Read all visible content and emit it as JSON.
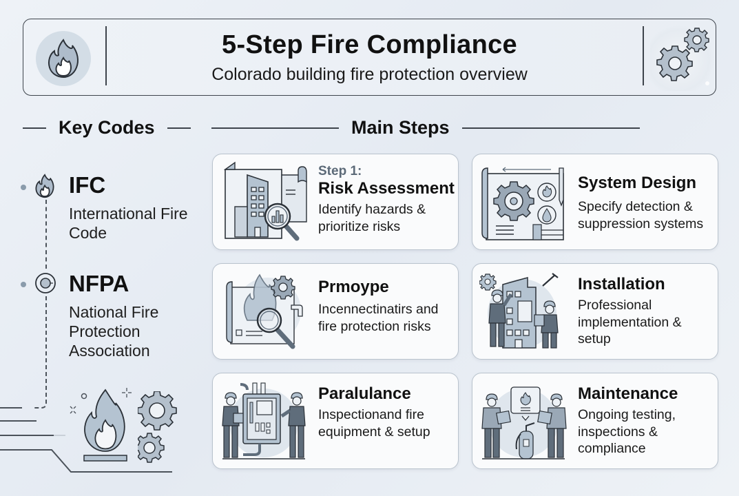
{
  "header": {
    "title": "5-Step Fire Compliance",
    "subtitle": "Colorado building fire protection overview",
    "left_icon": "flame-icon",
    "right_icon": "gears-icon"
  },
  "key_codes": {
    "heading": "Key Codes",
    "items": [
      {
        "abbr": "IFC",
        "full": "International Fire Code",
        "icon": "flame-icon"
      },
      {
        "abbr": "NFPA",
        "full": "National Fire Protection Association",
        "icon": "target-icon"
      }
    ],
    "decoration_icons": [
      "flame-icon",
      "gear-icon",
      "gear-icon"
    ]
  },
  "main_steps": {
    "heading": "Main Steps",
    "steps": [
      {
        "step_label": "Step 1:",
        "title": "Risk Assessment",
        "description": "Identify hazards & prioritize risks",
        "icon": "building-blueprint-magnifier-icon"
      },
      {
        "step_label": "",
        "title": "System Design",
        "description": "Specify detection & suppression systems",
        "icon": "blueprint-gear-icon"
      },
      {
        "step_label": "",
        "title": "Prmoype",
        "description": "Incennectinatirs and fire protection risks",
        "icon": "flame-blueprint-magnifier-icon"
      },
      {
        "step_label": "",
        "title": "Installation",
        "description": "Professional implementation & setup",
        "icon": "workers-building-icon"
      },
      {
        "step_label": "",
        "title": "Paralulance",
        "description": "Inspectionand fire equipment & setup",
        "icon": "workers-control-panel-icon"
      },
      {
        "step_label": "",
        "title": "Maintenance",
        "description": "Ongoing testing, inspections & compliance",
        "icon": "workers-extinguisher-icon"
      }
    ]
  },
  "colors": {
    "background": "#e8edf3",
    "card_background": "#fafbfc",
    "card_border": "#b9c3cd",
    "icon_fill": "#b4c3d1",
    "icon_dark": "#5f6d7b",
    "outline": "#2b3138",
    "step_label": "#5c6a78"
  }
}
